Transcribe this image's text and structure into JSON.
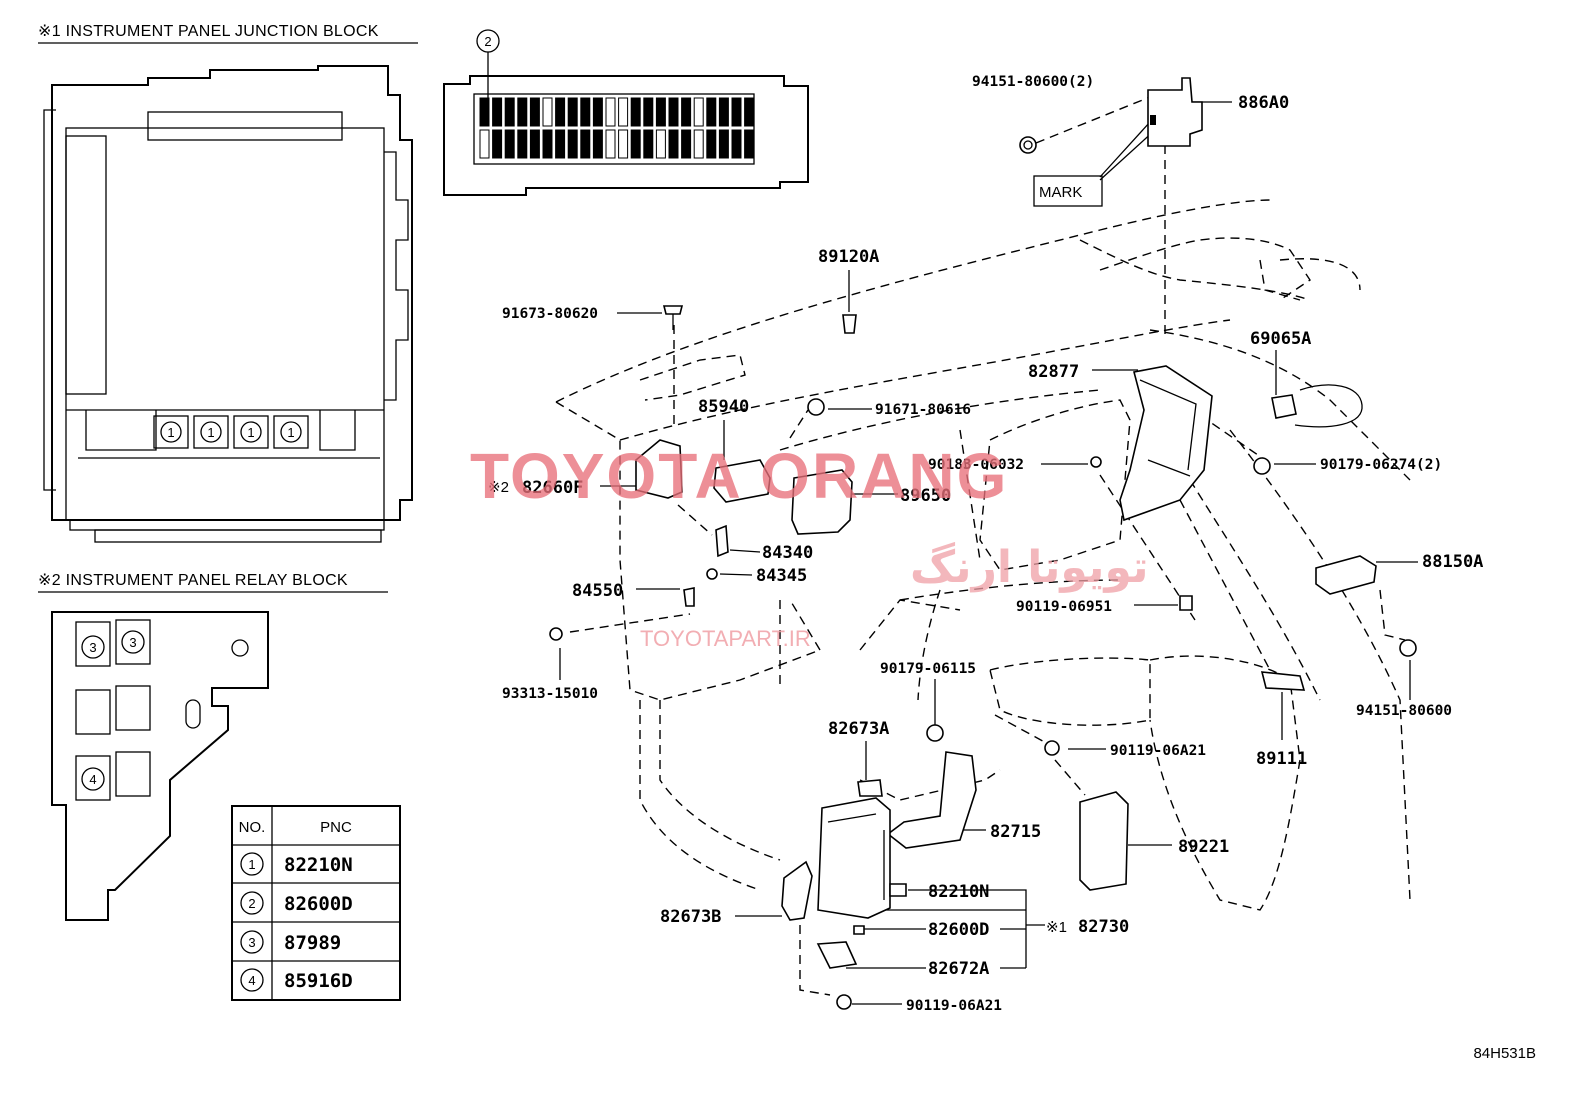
{
  "sections": {
    "junction_block_title": "※1 INSTRUMENT PANEL JUNCTION BLOCK",
    "relay_block_title": "※2 INSTRUMENT PANEL RELAY BLOCK"
  },
  "junction_block": {
    "connector_numbers": [
      "1",
      "1",
      "1",
      "1"
    ],
    "fuse_strip_number": "2"
  },
  "relay_block": {
    "slot_numbers": [
      "3",
      "3",
      "4"
    ]
  },
  "pnc_table": {
    "headers": [
      "NO.",
      "PNC"
    ],
    "rows": [
      {
        "no": "1",
        "pnc": "82210N"
      },
      {
        "no": "2",
        "pnc": "82600D"
      },
      {
        "no": "3",
        "pnc": "87989"
      },
      {
        "no": "4",
        "pnc": "85916D"
      }
    ]
  },
  "callouts": {
    "c94151_80600_2": "94151-80600(2)",
    "c886A0": "886A0",
    "mark": "MARK",
    "c89120A": "89120A",
    "c91673_80620": "91673-80620",
    "c69065A": "69065A",
    "c82877": "82877",
    "c85940": "85940",
    "c91671_80616": "91671-80616",
    "c90183_06032": "90183-06032",
    "c90179_06274_2": "90179-06274(2)",
    "c82660F_prefix": "※2",
    "c82660F": "82660F",
    "c89650": "89650",
    "c84340": "84340",
    "c84345": "84345",
    "c84550": "84550",
    "c88150A": "88150A",
    "c90119_06951": "90119-06951",
    "c93313_15010": "93313-15010",
    "c90179_06115": "90179-06115",
    "c94151_80600": "94151-80600",
    "c82673A": "82673A",
    "c90119_06A21_a": "90119-06A21",
    "c89111": "89111",
    "c82715": "82715",
    "c89221": "89221",
    "c82210N": "82210N",
    "c82673B": "82673B",
    "c82600D": "82600D",
    "c82730_prefix": "※1",
    "c82730": "82730",
    "c82672A": "82672A",
    "c90119_06A21_b": "90119-06A21"
  },
  "watermark": {
    "line1": "TOYOTA ORANG",
    "line2": "تویوتا ارنگ",
    "line3": "TOYOTAPART.IR"
  },
  "drawing_code": "84H531B"
}
